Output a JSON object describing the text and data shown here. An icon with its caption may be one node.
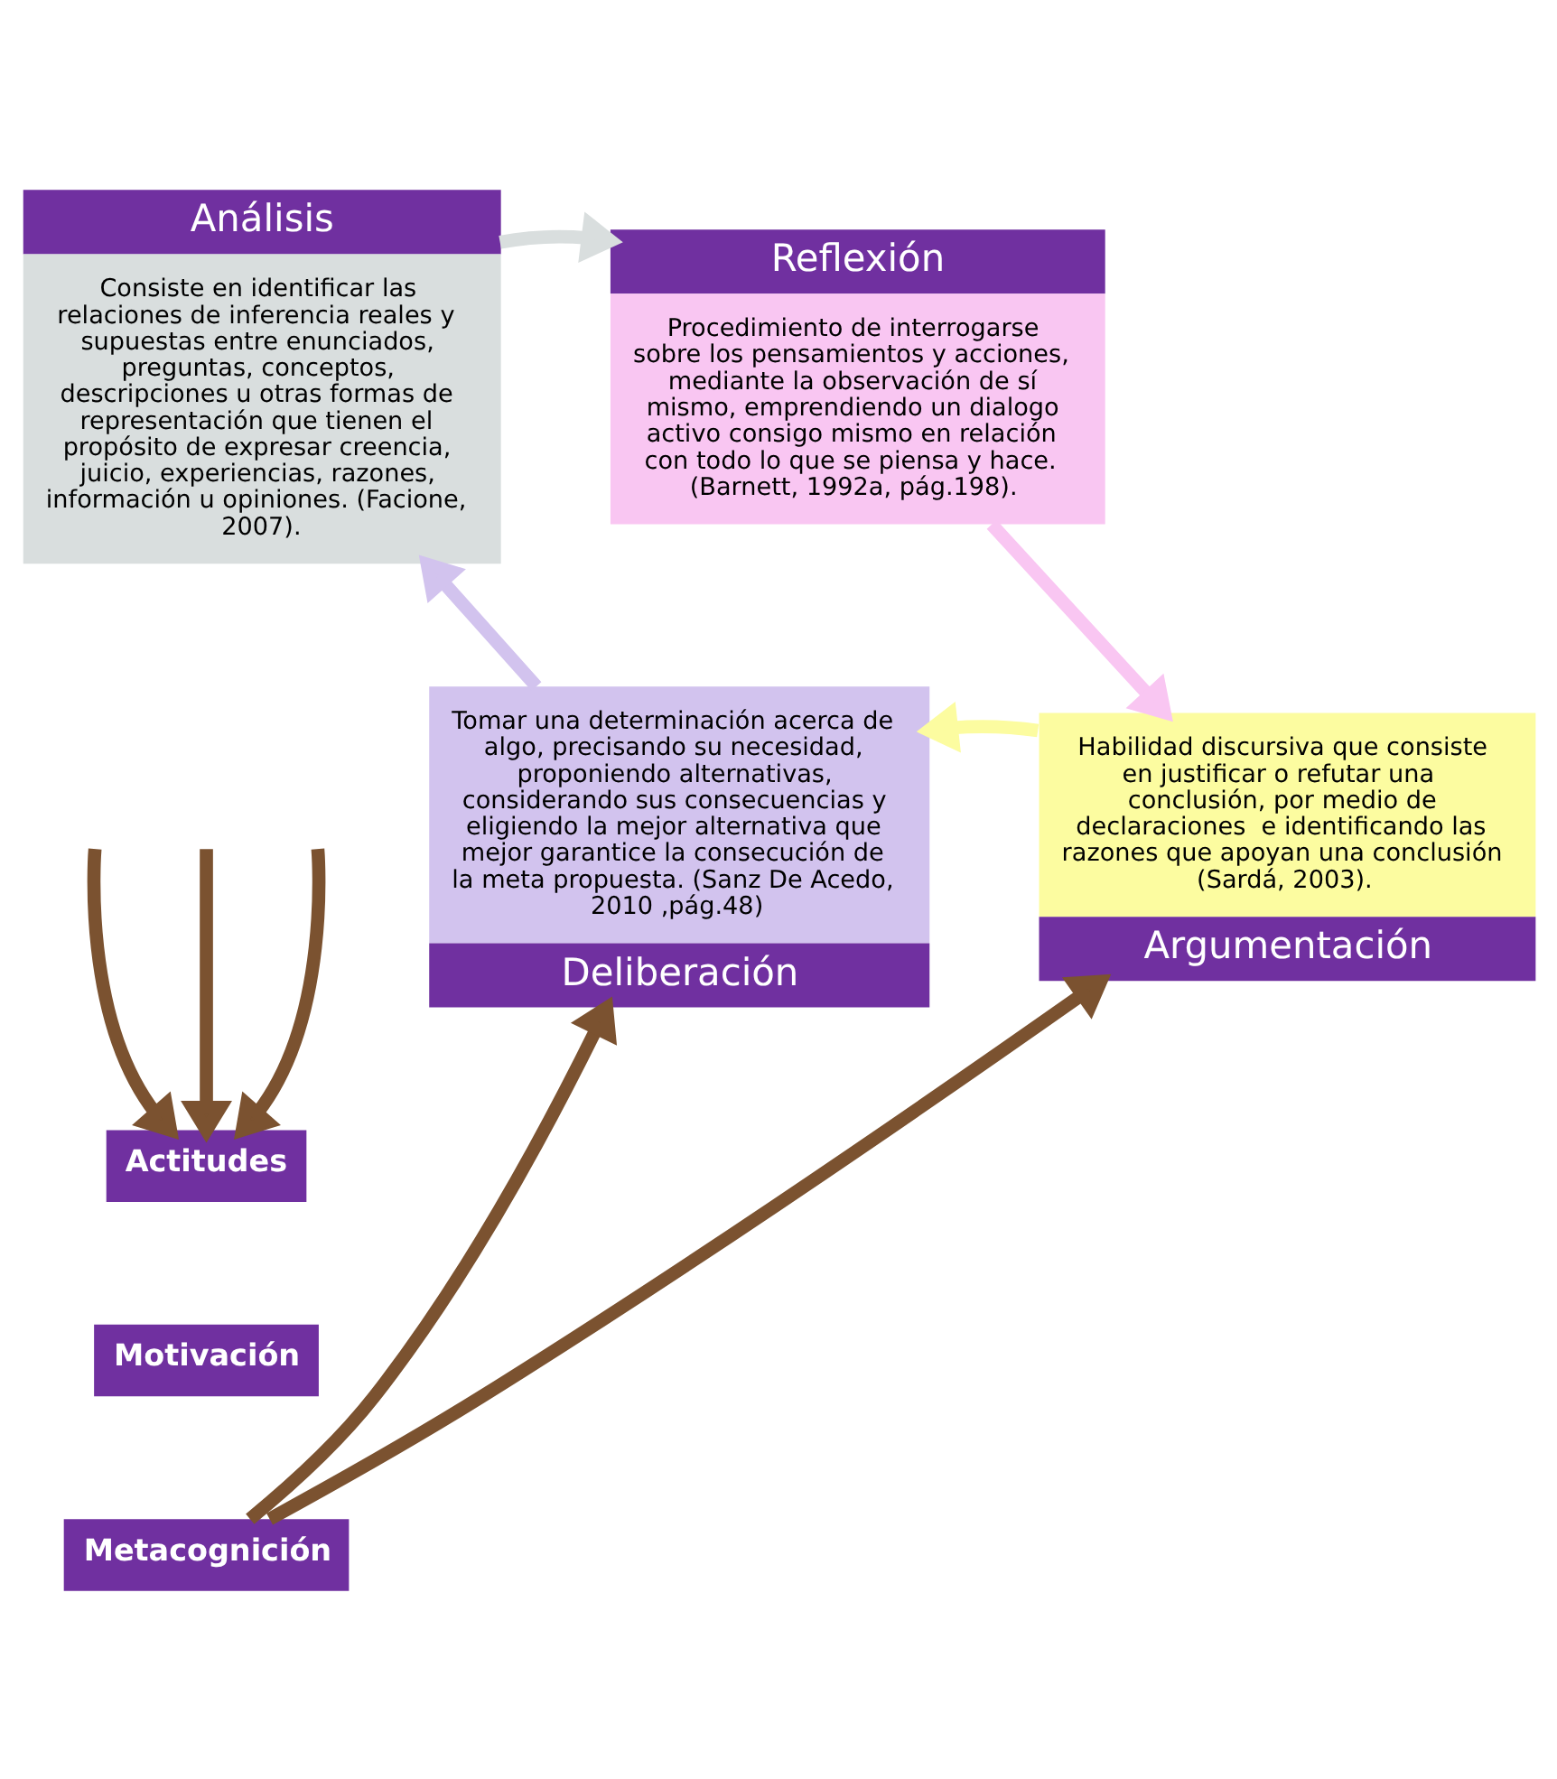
{
  "diagram": {
    "nodes": [
      {
        "text": [
          "Análisis",
          "Consiste en identificar las relaciones de inferencia reales y supuestas entre enunciados, preguntas, conceptos, descripciones u otras formas de representación que tienen el propósito de expresar creencia, juicio, experiencias, razones, información u opiniones. (Facione, 2007)."
        ]
      },
      {
        "text": [
          "Reflexión",
          "Procedimiento de interrogarse sobre los pensamientos y acciones, mediante la observación de sí mismo, emprendiendo un dialogo activo consigo mismo en relación con todo lo que se piensa y hace. (Barnett, 1992a, pág.198)."
        ]
      },
      {
        "text": [
          "Tomar una determinación acerca de algo, precisando su necesidad, proponiendo alternativas, considerando sus consecuencias y eligiendo la mejor alternativa que mejor garantice la consecución de la meta propuesta. (Sanz De Acedo, 2010 ,pág.48)",
          "Deliberación"
        ]
      },
      {
        "text": [
          "Habilidad discursiva que consiste en justificar o refutar una  conclusión, por medio de declaraciones  e identificando las razones que apoyan una conclusión (Sardá, 2003).",
          "Argumentación"
        ]
      },
      {
        "text": [
          "Actitudes"
        ]
      },
      {
        "text": [
          "Motivación"
        ]
      },
      {
        "text": [
          "Metacognición"
        ]
      }
    ],
    "edges": [
      {
        "from": 0,
        "to": 1,
        "arrow": "to",
        "color": "#d9dede"
      },
      {
        "from": 1,
        "to": 3,
        "arrow": "to",
        "color": "#f9c6f2"
      },
      {
        "from": 3,
        "to": 2,
        "arrow": "to",
        "color": "#fcfca0"
      },
      {
        "from": 2,
        "to": 0,
        "arrow": "to",
        "color": "#d2c3ee"
      },
      {
        "from": null,
        "to": 4,
        "arrow": "to",
        "color": "#7b5230"
      },
      {
        "from": null,
        "to": 4,
        "arrow": "to",
        "color": "#7b5230"
      },
      {
        "from": null,
        "to": 4,
        "arrow": "to",
        "color": "#7b5230"
      },
      {
        "from": 6,
        "to": 2,
        "arrow": "to",
        "color": "#7b5230"
      },
      {
        "from": 6,
        "to": 3,
        "arrow": "to",
        "color": "#7b5230"
      }
    ]
  }
}
